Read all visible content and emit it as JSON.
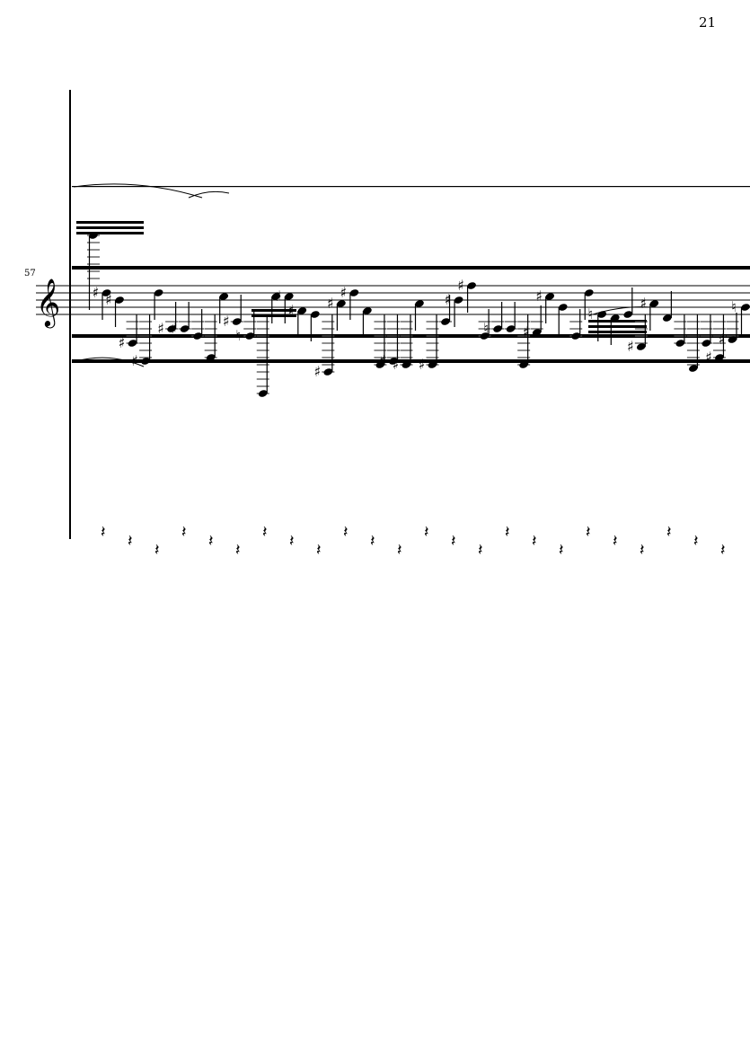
{
  "page": {
    "page_number": "21"
  },
  "system": {
    "measure_number": "57",
    "clef": "treble",
    "clef_glyph": "𝄞",
    "ink_color": "#000000",
    "ledger_color": "#555555"
  },
  "notes": [
    {
      "pitch_step": 22,
      "accidental": "",
      "stem": "down"
    },
    {
      "pitch_step": 6,
      "accidental": "sharp",
      "stem": "down"
    },
    {
      "pitch_step": 4,
      "accidental": "sharp",
      "stem": "down"
    },
    {
      "pitch_step": -8,
      "accidental": "sharp",
      "stem": "up"
    },
    {
      "pitch_step": -13,
      "accidental": "sharp",
      "stem": "up"
    },
    {
      "pitch_step": 6,
      "accidental": "",
      "stem": "down"
    },
    {
      "pitch_step": -4,
      "accidental": "sharp",
      "stem": "up"
    },
    {
      "pitch_step": -4,
      "accidental": "sharp",
      "stem": "up"
    },
    {
      "pitch_step": -6,
      "accidental": "",
      "stem": "up"
    },
    {
      "pitch_step": -12,
      "accidental": "",
      "stem": "up"
    },
    {
      "pitch_step": 5,
      "accidental": "",
      "stem": "down"
    },
    {
      "pitch_step": -2,
      "accidental": "sharp",
      "stem": "up"
    },
    {
      "pitch_step": -6,
      "accidental": "natural",
      "stem": "up"
    },
    {
      "pitch_step": -22,
      "accidental": "",
      "stem": "up"
    },
    {
      "pitch_step": 5,
      "accidental": "",
      "stem": "down"
    },
    {
      "pitch_step": 5,
      "accidental": "sharp",
      "stem": "down"
    },
    {
      "pitch_step": 1,
      "accidental": "sharp",
      "stem": "down"
    },
    {
      "pitch_step": 0,
      "accidental": "",
      "stem": "down"
    },
    {
      "pitch_step": -16,
      "accidental": "sharp",
      "stem": "up"
    },
    {
      "pitch_step": 3,
      "accidental": "sharp",
      "stem": "down"
    },
    {
      "pitch_step": 6,
      "accidental": "sharp",
      "stem": "down"
    },
    {
      "pitch_step": 1,
      "accidental": "",
      "stem": "down"
    },
    {
      "pitch_step": -14,
      "accidental": "",
      "stem": "up"
    },
    {
      "pitch_step": -13,
      "accidental": "sharp",
      "stem": "up"
    },
    {
      "pitch_step": -14,
      "accidental": "sharp",
      "stem": "up"
    },
    {
      "pitch_step": 3,
      "accidental": "",
      "stem": "down"
    },
    {
      "pitch_step": -14,
      "accidental": "sharp",
      "stem": "up"
    },
    {
      "pitch_step": -2,
      "accidental": "",
      "stem": "up"
    },
    {
      "pitch_step": 4,
      "accidental": "sharp",
      "stem": "down"
    },
    {
      "pitch_step": 8,
      "accidental": "sharp",
      "stem": "down"
    },
    {
      "pitch_step": -6,
      "accidental": "",
      "stem": "up"
    },
    {
      "pitch_step": -4,
      "accidental": "natural",
      "stem": "up"
    },
    {
      "pitch_step": -4,
      "accidental": "",
      "stem": "up"
    },
    {
      "pitch_step": -14,
      "accidental": "",
      "stem": "up"
    },
    {
      "pitch_step": -5,
      "accidental": "sharp",
      "stem": "up"
    },
    {
      "pitch_step": 5,
      "accidental": "sharp",
      "stem": "down"
    },
    {
      "pitch_step": 2,
      "accidental": "",
      "stem": "down"
    },
    {
      "pitch_step": -6,
      "accidental": "",
      "stem": "up"
    },
    {
      "pitch_step": 6,
      "accidental": "",
      "stem": "down"
    },
    {
      "pitch_step": 0,
      "accidental": "natural",
      "stem": "down"
    },
    {
      "pitch_step": -1,
      "accidental": "",
      "stem": "down"
    },
    {
      "pitch_step": 0,
      "accidental": "",
      "stem": "up"
    },
    {
      "pitch_step": -9,
      "accidental": "sharp",
      "stem": "up"
    },
    {
      "pitch_step": 3,
      "accidental": "sharp",
      "stem": "down"
    },
    {
      "pitch_step": -1,
      "accidental": "",
      "stem": "up"
    },
    {
      "pitch_step": -8,
      "accidental": "",
      "stem": "up"
    },
    {
      "pitch_step": -15,
      "accidental": "",
      "stem": "up"
    },
    {
      "pitch_step": -8,
      "accidental": "",
      "stem": "up"
    },
    {
      "pitch_step": -12,
      "accidental": "sharp",
      "stem": "up"
    },
    {
      "pitch_step": -7,
      "accidental": "sharp",
      "stem": "up"
    },
    {
      "pitch_step": 2,
      "accidental": "natural",
      "stem": "down"
    }
  ],
  "rests": {
    "glyph": "𝄽",
    "count": 24
  },
  "accidental_glyphs": {
    "sharp": "♯",
    "natural": "♮",
    "flat": "♭"
  }
}
